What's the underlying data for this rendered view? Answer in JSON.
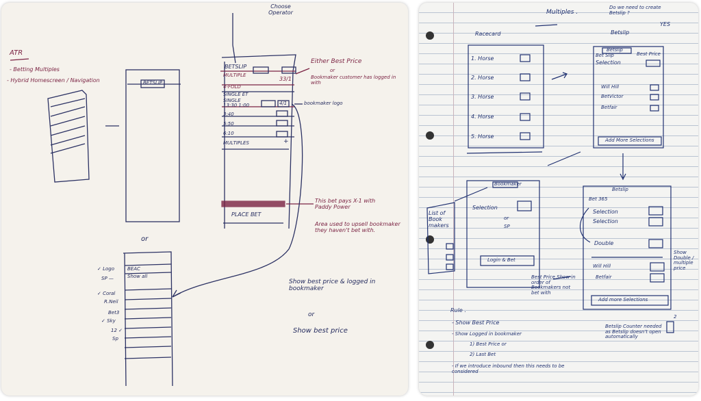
{
  "left_sketch": {
    "notes_title": "ATR",
    "notes": [
      "- Betting Multiples",
      "- Hybrid Homescreen / Navigation"
    ],
    "betslip_tab_label": "BETSLIP",
    "or_label": "or",
    "choose_operator": "Choose Operator",
    "betslip": {
      "title": "BETSLIP",
      "rows": [
        "MULTIPLE",
        "4-FOLD",
        "SINGLE ET",
        "SINGLE",
        "13:30 1:00",
        "3:40",
        "5:50",
        "6:10"
      ],
      "price": "33/1",
      "selection_odds": "4/1",
      "multiples_label": "MULTIPLES",
      "add_symbol": "+",
      "place_bet": "PLACE BET"
    },
    "annotations": {
      "best_price": "Either Best Price",
      "or": "or",
      "bookmaker": "Bookmaker customer has logged in with",
      "bookmaker_logo": "bookmaker logo",
      "pays": "This bet pays X-1 with Paddy Power",
      "upsell": "Area used to upsell bookmaker they haven't bet with.",
      "show_best_logged": "Show best price & logged in bookmaker",
      "or2": "or",
      "show_best": "Show best price"
    },
    "list_sketch": {
      "header": "BEAC",
      "sub": "Show all",
      "side_labels": [
        "✓ Logo",
        "SP —",
        "✓ Coral",
        "R.Neil",
        "Bet3",
        "✓ Sky",
        "12 ✓",
        "Sp"
      ]
    }
  },
  "right_sketch": {
    "title": "Multiples .",
    "question": "Do we need to create Betslip ?",
    "answer": "YES",
    "racecard_label": "Racecard",
    "betslip_label": "Betslip",
    "racecard_rows": [
      "1. Horse",
      "2. Horse",
      "3. Horse",
      "4. Horse",
      "5. Horse"
    ],
    "betslip1": {
      "tab": "Betslip",
      "best_price": "Best Price",
      "bet_slip": "Bet Slip",
      "selection": "Selection",
      "bookmakers": [
        "Will Hill",
        "BetVictor",
        "Betfair"
      ],
      "add_more": "Add More Selections"
    },
    "bookmaker_box": {
      "title": "List of Book makers"
    },
    "selection_screen": {
      "tab": "Bookmaker",
      "selection": "Selection",
      "or": "or",
      "sp": "SP",
      "login_bet": "Login & Bet"
    },
    "best_price_note": "Best Price Show in order of Bookmakers not bet with",
    "betslip2": {
      "title": "Betslip",
      "bookmaker": "Bet 365",
      "selections": [
        "Selection",
        "Selection"
      ],
      "double": "Double",
      "bookmakers": [
        "Will Hill",
        "Betfair"
      ],
      "add_more": "Add more Selections"
    },
    "side_note": "Show Double / multiple price",
    "rules": {
      "title": "Rule .",
      "items": [
        "- Show Best Price",
        "- Show Logged in bookmaker",
        "1) Best Price or",
        "2) Last Bet",
        "- If we introduce inbound then this needs to be considered"
      ]
    },
    "counter_note": "Betslip Counter needed as Betslip doesn't open automatically",
    "counter_value": "2"
  },
  "colors": {
    "marker_red": "#7b2343",
    "marker_navy": "#242b5e",
    "pen_blue": "#1f3070",
    "whiteboard": "#f5f2ec"
  }
}
